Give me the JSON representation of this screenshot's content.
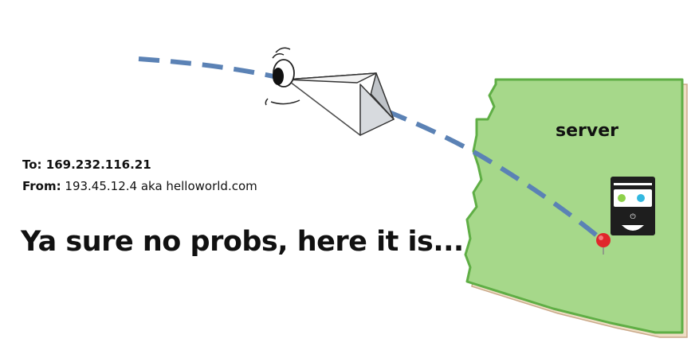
{
  "message": {
    "to_label": "To:",
    "to_value": "169.232.116.21",
    "from_label": "From:",
    "from_value": "193.45.12.4 aka helloworld.com"
  },
  "headline": "Ya sure no probs, here it is...",
  "server": {
    "label": "server"
  },
  "colors": {
    "state_fill": "#a6d88a",
    "state_stroke": "#5fae45",
    "state_shadow": "#eeddc4",
    "path_dash": "#5b82b5",
    "server_body": "#1e1e1e",
    "led_green": "#8ed14a",
    "led_blue": "#33b8e0",
    "pin_red": "#e0262b"
  },
  "icons": {
    "messenger": "paper-airplane-icon",
    "server": "server-tower-icon",
    "destination": "map-pin-icon"
  }
}
